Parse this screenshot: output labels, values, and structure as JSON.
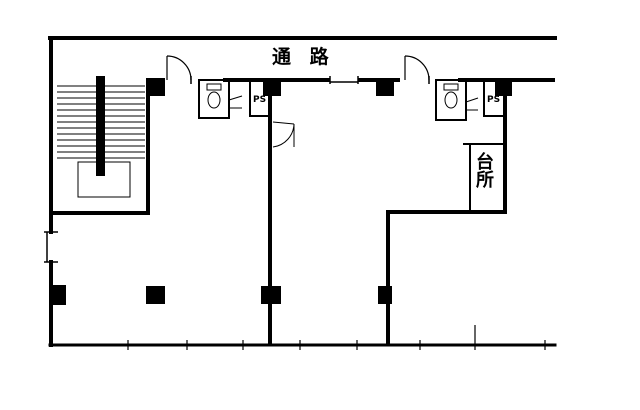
{
  "labels": {
    "corridor": "通 路",
    "kitchen": "台所",
    "ps": "PS"
  },
  "colors": {
    "wall": "#000000",
    "background": "#ffffff"
  }
}
